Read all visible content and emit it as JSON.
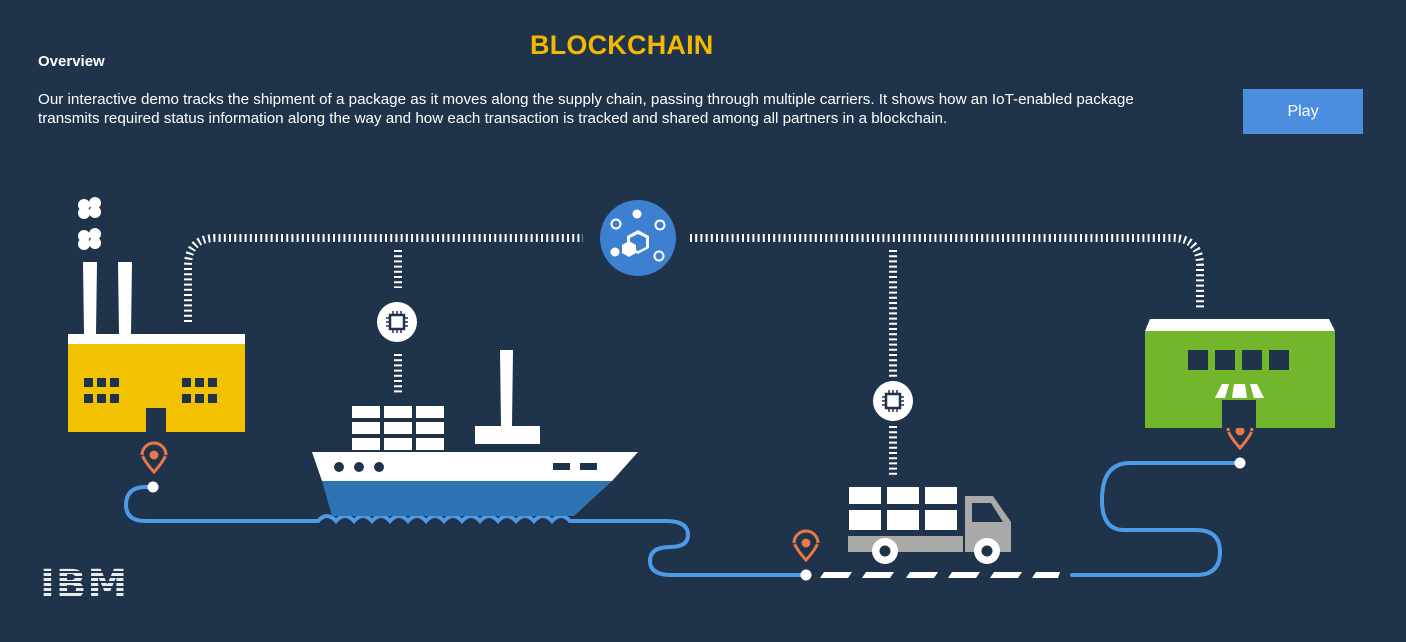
{
  "header": {
    "title": "BLOCKCHAIN",
    "overview_label": "Overview",
    "description": "Our interactive demo tracks the shipment of a package as it moves along the supply chain, passing through multiple carriers. It shows how an IoT-enabled package transmits required status information along the way and how each transaction is tracked and shared among all partners in a blockchain.",
    "play_label": "Play"
  },
  "footer": {
    "logo_text": "IBM"
  },
  "colors": {
    "background": "#1f334a",
    "title": "#f5b800",
    "play_button": "#4b8ee0",
    "factory": "#f2c200",
    "store": "#72b62c",
    "route": "#4d9be6",
    "ship_hull": "#2e73b3",
    "pin": "#e8784a",
    "blockchain_node": "#3d7fd0"
  },
  "scene": {
    "icons": [
      "factory-icon",
      "ship-icon",
      "truck-icon",
      "store-icon",
      "blockchain-icon",
      "iot-chip-icon",
      "location-pin-icon"
    ]
  }
}
